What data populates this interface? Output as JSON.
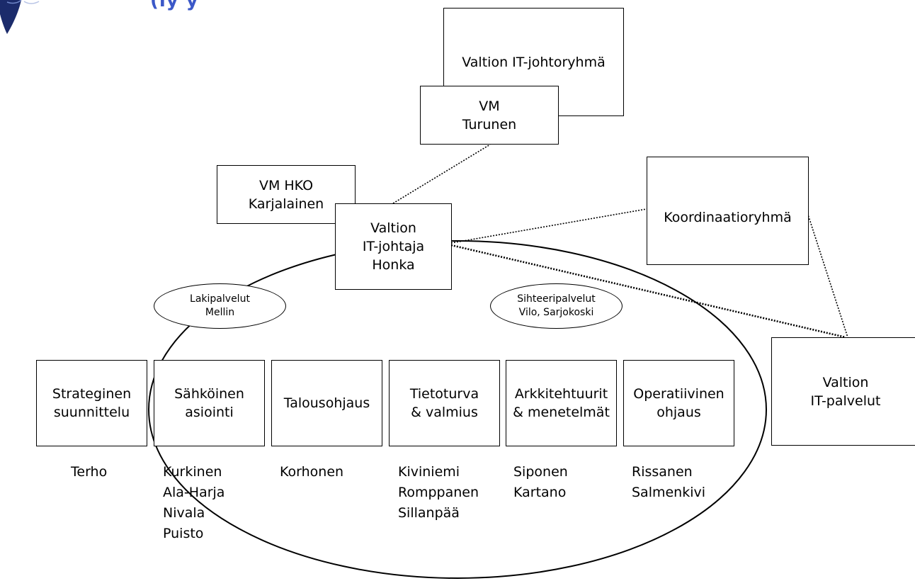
{
  "header": {
    "partial_text": "(ly y"
  },
  "top": {
    "steering_group": "Valtion IT-johtoryhmä",
    "vm_lines": [
      "VM",
      "Turunen"
    ],
    "hko_lines": [
      "VM HKO",
      "Karjalainen"
    ],
    "director_lines": [
      "Valtion",
      "IT-johtaja",
      "Honka"
    ],
    "coordination": "Koordinaatioryhmä",
    "services_lines": [
      "Valtion",
      "IT-palvelut"
    ]
  },
  "support": {
    "legal_lines": [
      "Lakipalvelut",
      "Mellin"
    ],
    "secretary_lines": [
      "Sihteeripalvelut",
      "Vilo, Sarjokoski"
    ]
  },
  "units": [
    {
      "lines": [
        "Strateginen",
        "suunnittelu"
      ],
      "people": [
        "Terho"
      ]
    },
    {
      "lines": [
        "Sähköinen",
        "asiointi"
      ],
      "people": [
        "Kurkinen",
        "Ala-Harja",
        "Nivala",
        "Puisto"
      ]
    },
    {
      "lines": [
        "Talousohjaus"
      ],
      "people": [
        "Korhonen"
      ]
    },
    {
      "lines": [
        "Tietoturva",
        "& valmius"
      ],
      "people": [
        "Kiviniemi",
        "Romppanen",
        "Sillanpää"
      ]
    },
    {
      "lines": [
        "Arkkitehtuurit",
        "& menetelmät"
      ],
      "people": [
        "Siponen",
        "Kartano"
      ]
    },
    {
      "lines": [
        "Operatiivinen",
        "ohjaus"
      ],
      "people": [
        "Rissanen",
        "Salmenkivi"
      ]
    }
  ],
  "colors": {
    "line": "#000000",
    "logo": "#1b2b6b",
    "header_text": "#3b58c8"
  }
}
